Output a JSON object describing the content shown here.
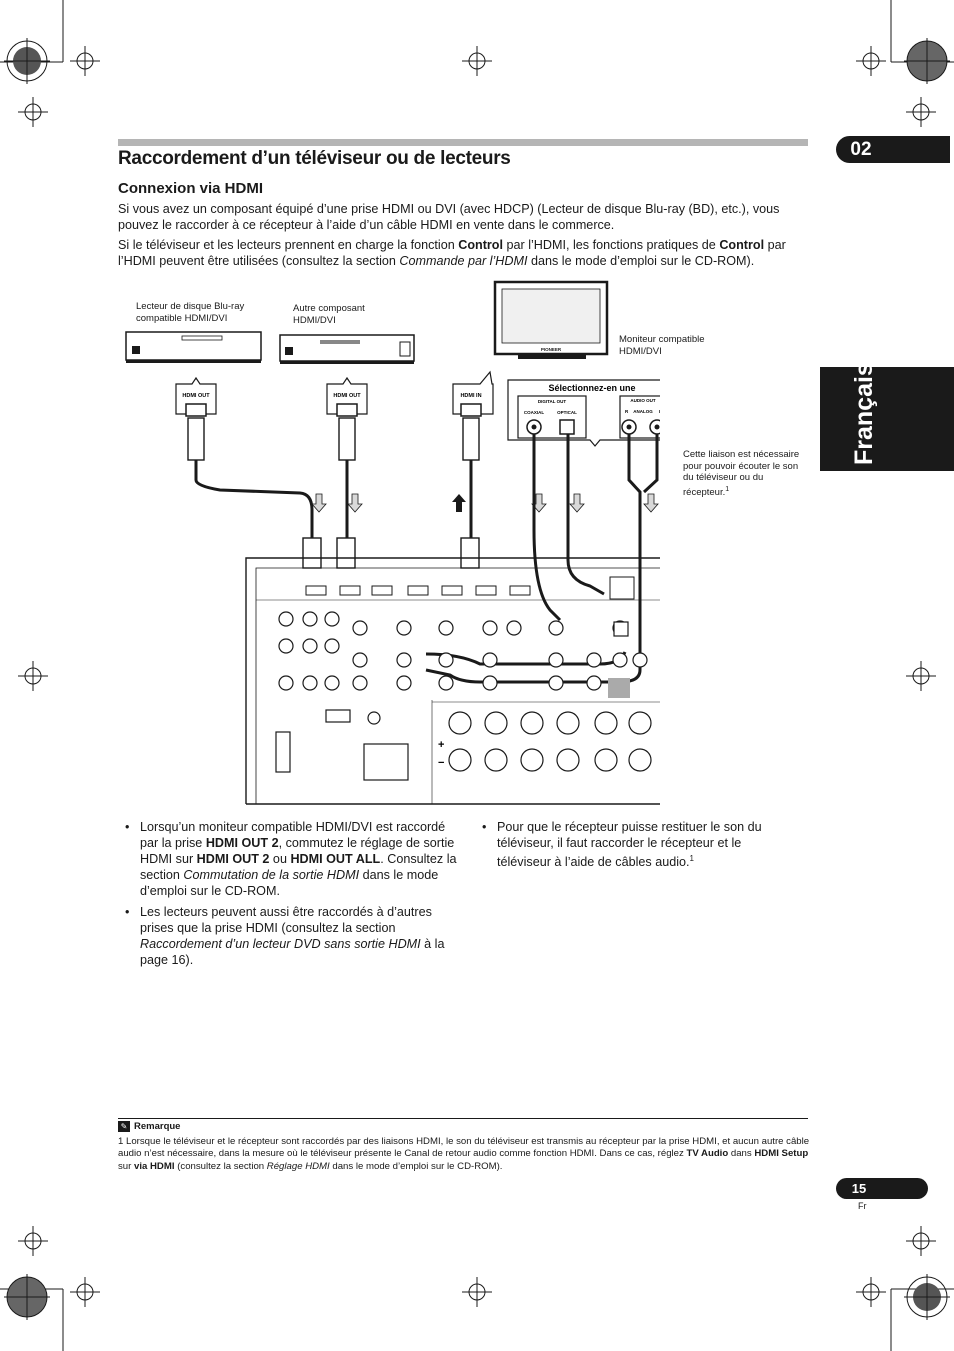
{
  "chapter": "02",
  "language_tab": "Français",
  "section_title": "Raccordement d’un téléviseur ou de lecteurs",
  "subsection_title": "Connexion via HDMI",
  "intro_para1": "Si vous avez un composant équipé d’une prise HDMI ou DVI (avec HDCP) (Lecteur de disque Blu-ray (BD), etc.), vous pouvez le raccorder à ce récepteur à l’aide d’un câble HDMI en vente dans le commerce.",
  "intro_para2": {
    "t1": "Si le téléviseur et les lecteurs prennent en charge la fonction ",
    "b1": "Control",
    "t2": " par l’HDMI, les fonctions pratiques de ",
    "b2": "Control",
    "t3": " par l’HDMI peuvent être utilisées (consultez la section ",
    "i1": "Commande par l’HDMI",
    "t4": " dans le mode d’emploi sur le CD-ROM)."
  },
  "diagram": {
    "bd_player_label": "Lecteur de disque Blu-ray compatible HDMI/DVI",
    "other_component_label": "Autre composant HDMI/DVI",
    "monitor_label": "Moniteur compatible HDMI/DVI",
    "hdmi_out_1": "HDMI OUT",
    "hdmi_out_2": "HDMI OUT",
    "hdmi_in": "HDMI IN",
    "select_one": "Sélectionnez-en une",
    "digital_out": "DIGITAL OUT",
    "coaxial": "COAXIAL",
    "optical": "OPTICAL",
    "audio_out": "AUDIO OUT",
    "r": "R",
    "analog": "ANALOG",
    "l": "L",
    "audio_link_note": "Cette liaison est nécessaire pour pouvoir écouter le son du téléviseur ou du récepteur.",
    "audio_link_sup": "1",
    "tv_brand": "PIONEER"
  },
  "bullets_left": {
    "b1": {
      "t1": "Lorsqu’un moniteur compatible HDMI/DVI est raccordé par la prise ",
      "b1": "HDMI OUT 2",
      "t2": ", commutez le réglage de sortie HDMI sur ",
      "b2": "HDMI OUT 2",
      "t3": " ou ",
      "b3": "HDMI OUT ALL",
      "t4": ". Consultez la section ",
      "i1": "Commutation de la sortie HDMI",
      "t5": " dans le mode d’emploi sur le CD-ROM."
    },
    "b2": {
      "t1": "Les lecteurs peuvent aussi être raccordés à d’autres prises que la prise HDMI (consultez la section ",
      "i1": "Raccordement d’un lecteur DVD sans sortie HDMI",
      "t2": " à la page 16)."
    }
  },
  "bullets_right": {
    "b1": {
      "t1": "Pour que le récepteur puisse restituer le son du téléviseur, il faut raccorder le récepteur et le téléviseur à l’aide de câbles audio.",
      "sup": "1"
    }
  },
  "note": {
    "title": "Remarque",
    "num": "1",
    "t1": " Lorsque le téléviseur et le récepteur sont raccordés par des liaisons HDMI, le son du téléviseur est transmis au récepteur par la prise HDMI, et aucun autre câble audio n’est nécessaire, dans la mesure où le téléviseur présente le Canal de retour audio comme fonction HDMI. Dans ce cas, réglez ",
    "b1": "TV Audio",
    "t2": " dans ",
    "b2": "HDMI Setup",
    "t3": " sur ",
    "b3": "via HDMI",
    "t4": " (consultez la section ",
    "i1": "Réglage HDMI",
    "t5": " dans le mode d’emploi sur le CD-ROM)."
  },
  "page_number": "15",
  "page_lang": "Fr",
  "colors": {
    "dark": "#1a1a1a",
    "bar": "#b5b5b5",
    "arrow_fill": "#d9d9d9"
  }
}
